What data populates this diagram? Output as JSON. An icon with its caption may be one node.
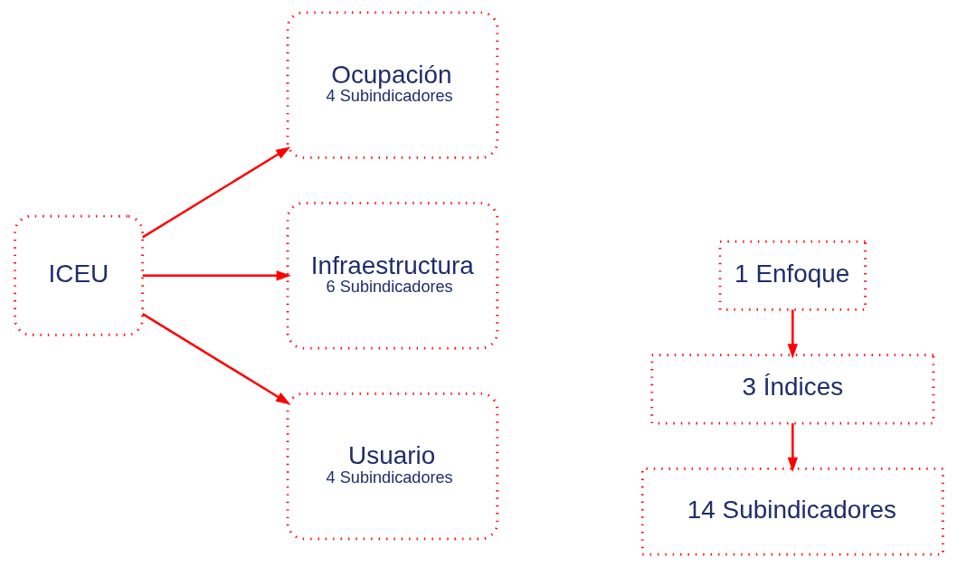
{
  "diagram": {
    "nodes": [
      {
        "text": [
          "ICEU"
        ]
      },
      {
        "text": [
          "Ocupación",
          "4 Subindicadores"
        ]
      },
      {
        "text": [
          "Infraestructura",
          "6 Subindicadores"
        ]
      },
      {
        "text": [
          "Usuario",
          "4 Subindicadores"
        ]
      },
      {
        "text": [
          "1 Enfoque"
        ]
      },
      {
        "text": [
          "3 Índices"
        ]
      },
      {
        "text": [
          "14 Subindicadores"
        ]
      }
    ],
    "edges": [
      {
        "from": 0,
        "to": 1,
        "arrow": "to"
      },
      {
        "from": 0,
        "to": 2,
        "arrow": "to"
      },
      {
        "from": 0,
        "to": 3,
        "arrow": "to"
      },
      {
        "from": 4,
        "to": 5,
        "arrow": "to"
      },
      {
        "from": 5,
        "to": 6,
        "arrow": "to"
      }
    ]
  }
}
